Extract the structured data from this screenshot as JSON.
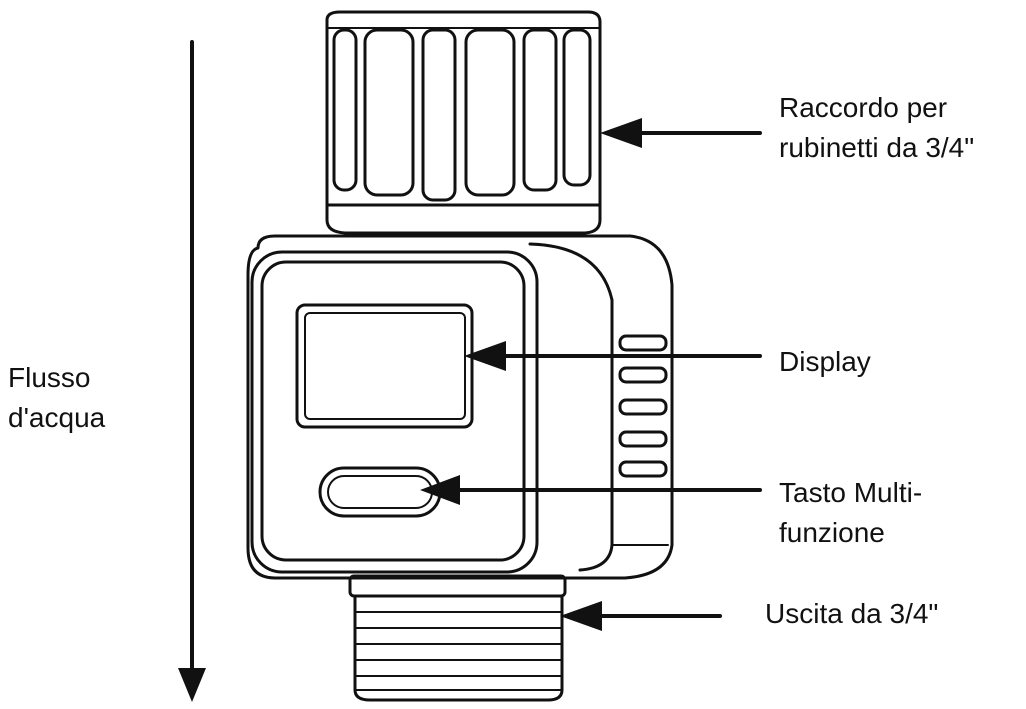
{
  "labels": {
    "water_flow": [
      "Flusso",
      "d'acqua"
    ],
    "inlet_fitting": [
      "Raccordo per",
      "rubinetti da 3/4\""
    ],
    "display": [
      "Display"
    ],
    "multifunction_button": [
      "Tasto Multi-",
      "funzione"
    ],
    "outlet": [
      "Uscita da 3/4\""
    ]
  },
  "colors": {
    "line": "#111111",
    "background": "#ffffff"
  }
}
